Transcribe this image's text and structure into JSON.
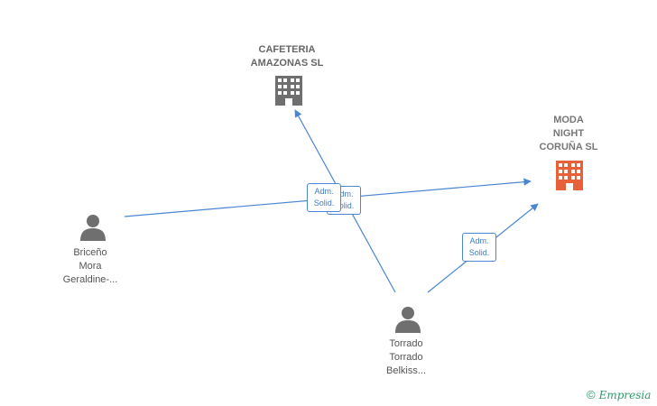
{
  "nodes": {
    "cafeteria": {
      "lines": [
        "CAFETERIA",
        "AMAZONAS  SL"
      ],
      "icon": "building-icon",
      "color": "#6f6f6f"
    },
    "moda": {
      "lines": [
        "MODA",
        "NIGHT",
        "CORUÑA  SL"
      ],
      "icon": "building-icon",
      "color": "#e8603a"
    },
    "briceno": {
      "lines": [
        "Briceño",
        "Mora",
        "Geraldine-..."
      ],
      "icon": "person-icon",
      "color": "#6f6f6f"
    },
    "torrado": {
      "lines": [
        "Torrado",
        "Torrado",
        "Belkiss..."
      ],
      "icon": "person-icon",
      "color": "#6f6f6f"
    }
  },
  "edges": {
    "badge_line1": "Adm.",
    "badge_line2": "Solid.",
    "color": "#4a86d4"
  },
  "watermark": {
    "symbol": "©",
    "brand": "Empresia"
  }
}
